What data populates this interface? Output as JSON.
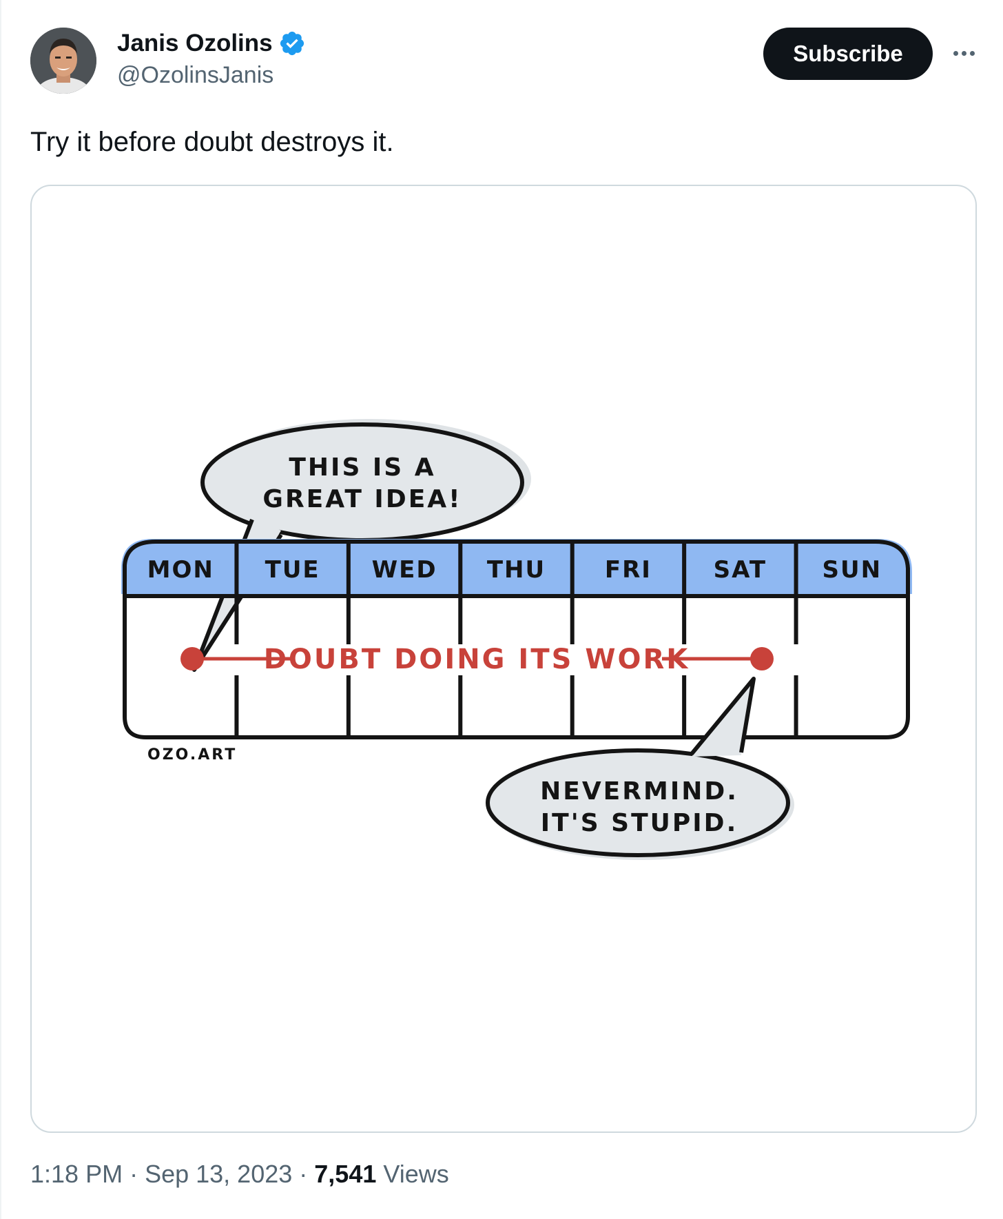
{
  "author": {
    "name": "Janis Ozolins",
    "handle": "@OzolinsJanis",
    "verified": true,
    "verified_color": "#1d9bf0"
  },
  "actions": {
    "subscribe_label": "Subscribe",
    "more_icon": "more-horizontal-icon"
  },
  "tweet": {
    "text": "Try it before doubt destroys it."
  },
  "image": {
    "days": [
      "MON",
      "TUE",
      "WED",
      "THU",
      "FRI",
      "SAT",
      "SUN"
    ],
    "bubble_top": [
      "THIS IS A",
      "GREAT IDEA!"
    ],
    "bubble_bottom": [
      "NEVERMIND.",
      "IT'S STUPID."
    ],
    "timeline_label": "DOUBT DOING ITS WORK",
    "credit": "OZO.ART",
    "colors": {
      "header_blue": "#8fb8f2",
      "bubble_gray": "#e3e7ea",
      "red": "#c8423a",
      "ink": "#141414"
    }
  },
  "meta": {
    "time": "1:18 PM",
    "date": "Sep 13, 2023",
    "views_count": "7,541",
    "views_label": "Views",
    "separator": "·"
  }
}
